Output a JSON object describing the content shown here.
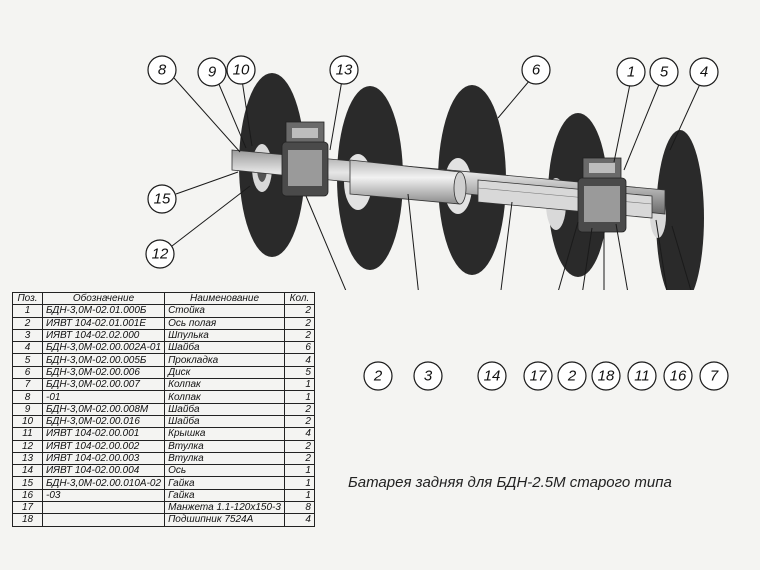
{
  "caption": "Батарея задняя для БДН-2.5М старого типа",
  "callouts": [
    "8",
    "9",
    "10",
    "13",
    "6",
    "1",
    "5",
    "4",
    "15",
    "12",
    "2",
    "3",
    "14",
    "17",
    "2",
    "18",
    "11",
    "16",
    "7"
  ],
  "table": {
    "headers": [
      "Поз.",
      "Обозначение",
      "Наименование",
      "Кол."
    ],
    "rows": [
      [
        "1",
        "БДН-3,0М-02.01.000Б",
        "Стойка",
        "2"
      ],
      [
        "2",
        "ИЯВТ 104-02.01.001Е",
        "Ось полая",
        "2"
      ],
      [
        "3",
        "ИЯВТ 104-02.02.000",
        "Шпулька",
        "2"
      ],
      [
        "4",
        "БДН-3,0М-02.00.002А-01",
        "Шайба",
        "6"
      ],
      [
        "5",
        "БДН-3,0М-02.00.005Б",
        "Прокладка",
        "4"
      ],
      [
        "6",
        "БДН-3,0М-02.00.006",
        "Диск",
        "5"
      ],
      [
        "7",
        "БДН-3,0М-02.00.007",
        "Колпак",
        "1"
      ],
      [
        "8",
        "-01",
        "Колпак",
        "1"
      ],
      [
        "9",
        "БДН-3,0М-02.00.008М",
        "Шайба",
        "2"
      ],
      [
        "10",
        "БДН-3,0М-02.00.016",
        "Шайба",
        "2"
      ],
      [
        "11",
        "ИЯВТ 104-02.00.001",
        "Крышка",
        "4"
      ],
      [
        "12",
        "ИЯВТ 104-02.00.002",
        "Втулка",
        "2"
      ],
      [
        "13",
        "ИЯВТ 104-02.00.003",
        "Втулка",
        "2"
      ],
      [
        "14",
        "ИЯВТ 104-02.00.004",
        "Ось",
        "1"
      ],
      [
        "15",
        "БДН-3,0М-02.00.010А-02",
        "Гайка",
        "1"
      ],
      [
        "16",
        "-03",
        "Гайка",
        "1"
      ],
      [
        "17",
        "",
        "Манжета 1.1-120х150-3",
        "8"
      ],
      [
        "18",
        "",
        "Подшипник 7524А",
        "4"
      ]
    ]
  }
}
